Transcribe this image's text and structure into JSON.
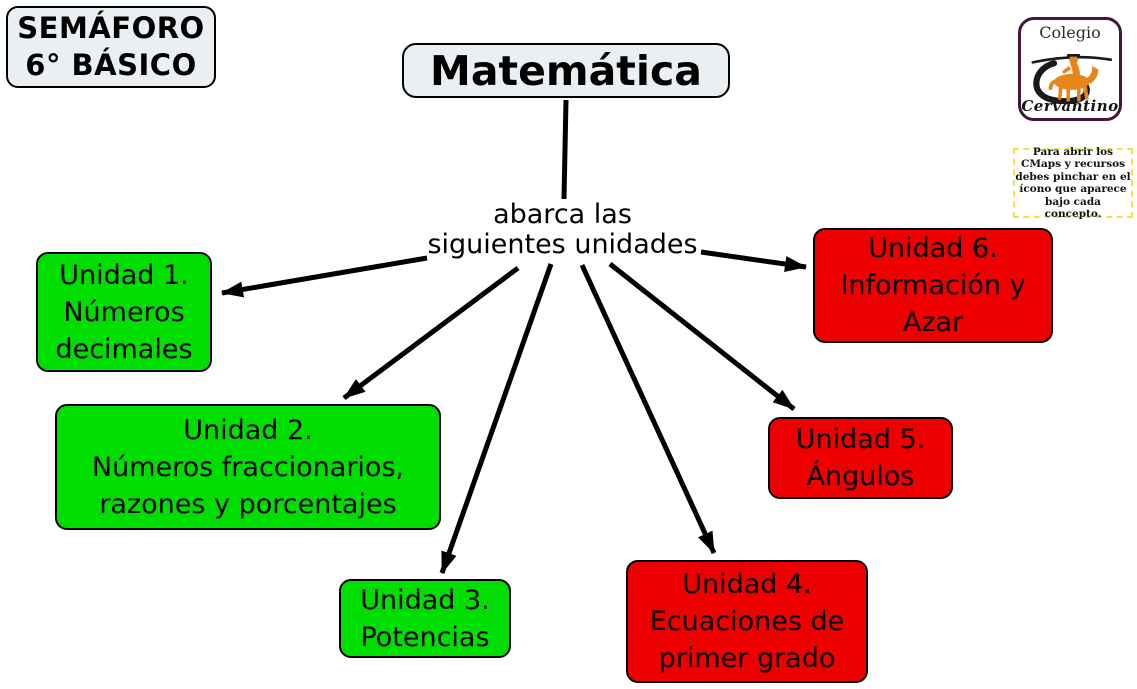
{
  "header": {
    "line1": "SEMÁFORO",
    "line2": "6° BÁSICO"
  },
  "title": "Matemática",
  "linking_phrase": {
    "line1": "abarca las",
    "line2": "siguientes unidades"
  },
  "units": [
    {
      "name": "Unidad 1",
      "status": "green",
      "lines": [
        "Unidad 1.",
        "Números",
        "decimales"
      ]
    },
    {
      "name": "Unidad 2",
      "status": "green",
      "lines": [
        "Unidad 2.",
        "Números fraccionarios,",
        "razones y porcentajes"
      ]
    },
    {
      "name": "Unidad 3",
      "status": "green",
      "lines": [
        "Unidad 3.",
        "Potencias"
      ]
    },
    {
      "name": "Unidad 4",
      "status": "red",
      "lines": [
        "Unidad 4.",
        "Ecuaciones de",
        "primer grado"
      ]
    },
    {
      "name": "Unidad 5",
      "status": "red",
      "lines": [
        "Unidad 5.",
        "Ángulos"
      ]
    },
    {
      "name": "Unidad 6",
      "status": "red",
      "lines": [
        "Unidad 6.",
        "Información y",
        "Azar"
      ]
    }
  ],
  "logo": {
    "top": "Colegio",
    "bottom": "Cervantino"
  },
  "note": {
    "lines": [
      "Para abrir los",
      "CMaps y  recursos",
      "debes pinchar en el",
      "ícono que aparece",
      "bajo cada concepto."
    ]
  },
  "colors": {
    "green": "#00dd00",
    "red": "#ee0000",
    "node_bg": "#e9eff2",
    "line": "#000000",
    "logo_orange": "#e8861b",
    "logo_border": "#41173b",
    "note_border": "#f2e24a"
  }
}
